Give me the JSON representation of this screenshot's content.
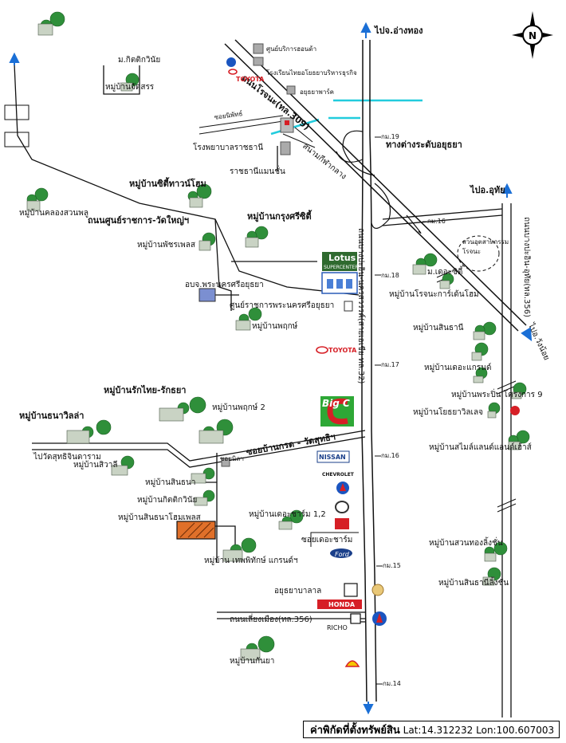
{
  "roads": {
    "to_ang_thong": "ไปจ.อ่างทอง",
    "rojana_road": "ถนนโรจนะ(ทล.309)",
    "ayutthaya_interchange": "ทางต่างระดับอยุธยา",
    "government_center_road": "ถนนศูนย์ราชการ-วัดใหญ่ฯ",
    "to_uthai": "ไปอ.อุทัย",
    "bangpa_in_road": "ถนนบางปะอิน-อุทัย(ทล.356)",
    "to_wang_noi": "ไปอ.วังน้อย",
    "main_highway": "ถนนบางปะอิน-นครสวรรค์(สายเอเชีย ทล.32)",
    "soi_bankron": "ซอยบ้านกรด - วัดสุทธิฯ",
    "to_wat_suthi": "ไปวัดสุทธิจินดาราม",
    "lieng_mueang_road": "ถนนเลี่ยงเมือง(ทล.356)",
    "soi_the_charm": "ซอยเดอะชาร์ม",
    "soi_small": "ซอยนิพัทธ์"
  },
  "km_markers": [
    "กม.19",
    "กม.18",
    "กม.17",
    "กม.16",
    "กม.16",
    "กม.15",
    "กม.14"
  ],
  "places": {
    "tech_college": "ศูนย์บริการฮอนด้า",
    "school": "โรงเรียนไทยอโยธยาบริหารธุรกิจ",
    "ayutthaya_park": "อยุธยาพาร์ค",
    "rajathani_hospital": "โรงพยาบาลราชธานี",
    "rajathani_mansion": "ราชธานีแมนชั่น",
    "stadium": "สนามกีฬากลาง",
    "lotus": "Lotus",
    "lotus_sub": "SUPERCENTER",
    "provincial_office": "อบจ.พระนครศรีอยุธยา",
    "gov_center": "ศูนย์ราชการพระนครศรีอยุธยา",
    "toyota_top": "TOYOTA",
    "toyota_mid": "TOYOTA",
    "big_c": "Big C",
    "nissan": "NISSAN",
    "chevrolet": "CHEVROLET",
    "ford": "Ford",
    "honda": "HONDA",
    "richo": "RICHO",
    "ayutthaya_hospital": "อยุธยาบาลาล",
    "rojana_industrial": "สวนอุตสาหกรรม โรจนะ",
    "soi_small2": "ซอยนิลฯ"
  },
  "villages": {
    "m_kittikawin": "ม.กิตติกวินัย",
    "m_jutalak": "หมู่บ้านจัดสรร",
    "m_klong_suan_phlu": "หมู่บ้านคลองสวนพลู",
    "m_city_town_home": "หมู่บ้านซิตี้ทาวน์โฮม",
    "m_krungsri_city": "หมู่บ้านกรุงศรีซิตี้",
    "m_pharach_place": "หมู่บ้านพัชรเพลส",
    "m_phaphit": "หมู่บ้านพฤกษ์",
    "m_the_city": "ม.เดอะซิตี้",
    "m_rojana_garden": "หมู่บ้านโรจนะการ์เด้นโฮม",
    "m_sinthani": "หมู่บ้านสินธานี",
    "m_the_grand": "หมู่บ้านเดอะแกรนด์",
    "m_pra_inn": "หมู่บ้านพระปิ่น โครงการ 9",
    "m_yothaya": "หมู่บ้านโยธยาวิลเลจ",
    "m_smile_land": "หมู่บ้านสไมล์แลนด์แอนด์เฮ้าส์",
    "m_rakthai": "หมู่บ้านรักไทย-รักธยา",
    "m_thanawilla": "หมู่บ้านธนาวิลล่า",
    "m_phaphit2": "หมู่บ้านพฤกษ์ 2",
    "m_sawati": "หมู่บ้านสิวาลี",
    "m_sintana": "หมู่บ้านสินธนา",
    "m_kittikawin2": "หมู่บ้านกิตติกวินัย",
    "m_sintana_home": "หมู่บ้านสินธนาโฮมเพลส",
    "m_the_charm": "หมู่บ้านเดอะชาร์ม 1,2",
    "m_thephit": "หมู่บ้าน เทพพิทักษ์ แกรนด์ฯ",
    "m_kanya": "หมู่บ้านกันยา",
    "m_suan_thong": "หมู่บ้านสวนทองลิ้งชั่น",
    "m_sinthanee_link": "หมู่บ้านสินธานีลิ้งชั่น"
  },
  "footer": {
    "label": "ค่าพิกัดที่ตั้งทรัพย์สิน",
    "coords": "Lat:14.312232 Lon:100.607003"
  },
  "compass_letter": "N",
  "colors": {
    "road": "#111111",
    "canal": "#22ccdd",
    "arrow": "#1a6fd6",
    "big_c_green": "#2ea836",
    "big_c_red": "#d61f26",
    "property": "#e0702a",
    "tree": "#2f8f3a"
  }
}
